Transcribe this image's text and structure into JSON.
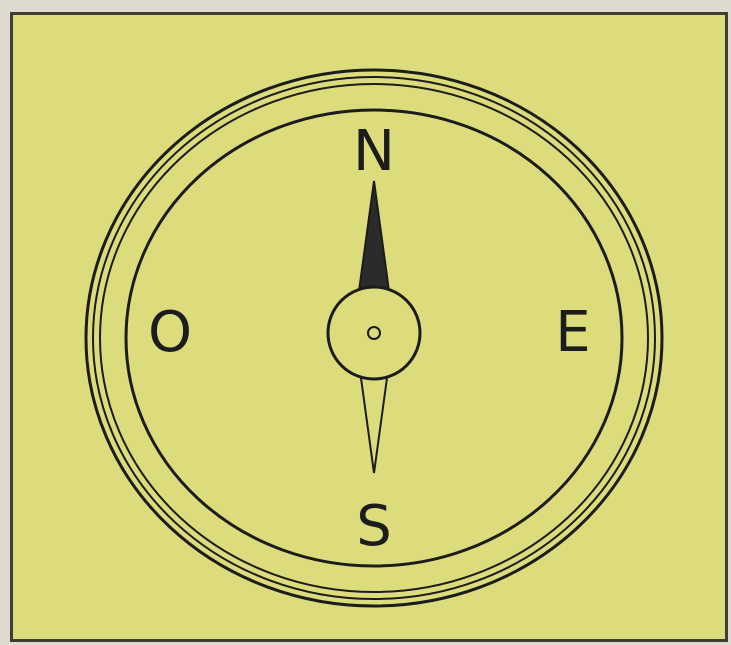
{
  "compass": {
    "labels": {
      "north": "N",
      "south": "S",
      "east": "E",
      "west": "O"
    },
    "colors": {
      "background": "#dcdc7c",
      "border": "#3f3d35",
      "ink": "#1c1c1c",
      "needle_north": "#2b2b2b"
    }
  }
}
